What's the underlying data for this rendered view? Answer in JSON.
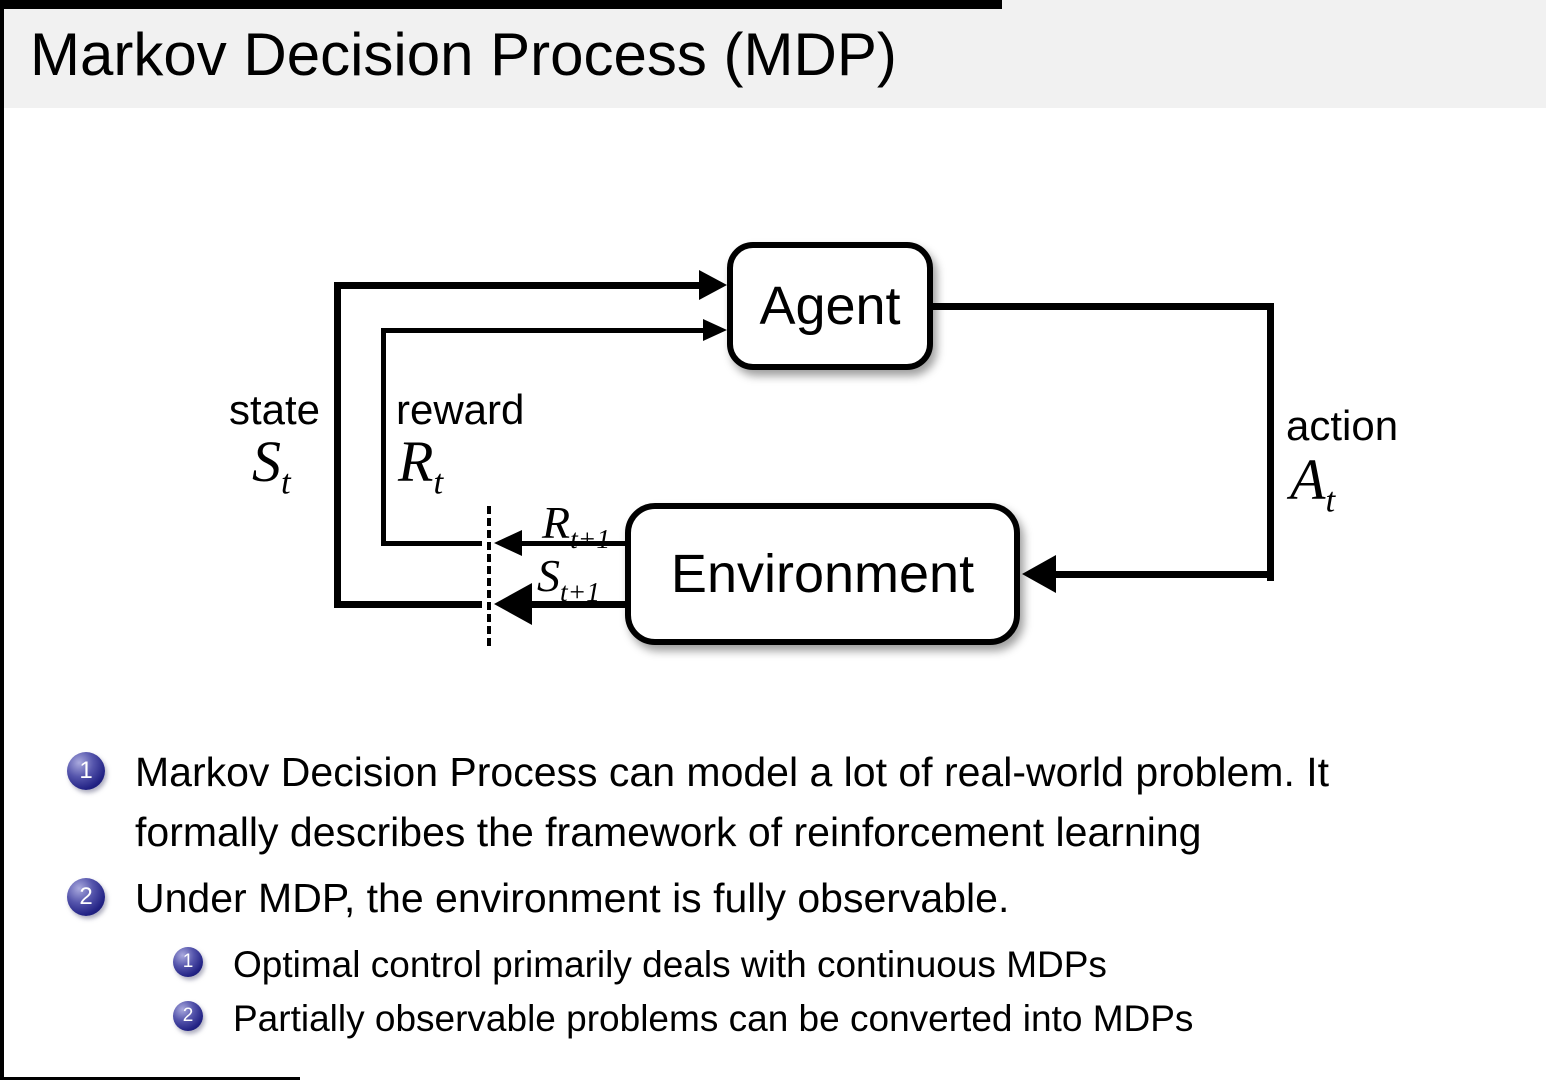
{
  "title": "Markov Decision Process (MDP)",
  "diagram": {
    "agent": "Agent",
    "environment": "Environment",
    "labels": {
      "state": "state",
      "reward": "reward",
      "action": "action"
    },
    "symbols": {
      "state_t": {
        "base": "S",
        "sub": "t"
      },
      "reward_t": {
        "base": "R",
        "sub": "t"
      },
      "action_t": {
        "base": "A",
        "sub": "t"
      },
      "reward_t1": {
        "base": "R",
        "sub": "t+1"
      },
      "state_t1": {
        "base": "S",
        "sub": "t+1"
      }
    }
  },
  "bullets": [
    {
      "marker": "1",
      "lines": [
        "Markov Decision Process can model a lot of real-world problem. It",
        "formally describes the framework of reinforcement learning"
      ]
    },
    {
      "marker": "2",
      "lines": [
        "Under MDP, the environment is fully observable."
      ]
    }
  ],
  "sub_bullets": [
    {
      "marker": "1",
      "text": "Optimal control primarily deals with continuous MDPs"
    },
    {
      "marker": "2",
      "text": "Partially observable problems can be converted into MDPs"
    }
  ],
  "colors": {
    "header_bg": "#f1f1f1",
    "ball": "#22227c",
    "ink": "#000000"
  }
}
